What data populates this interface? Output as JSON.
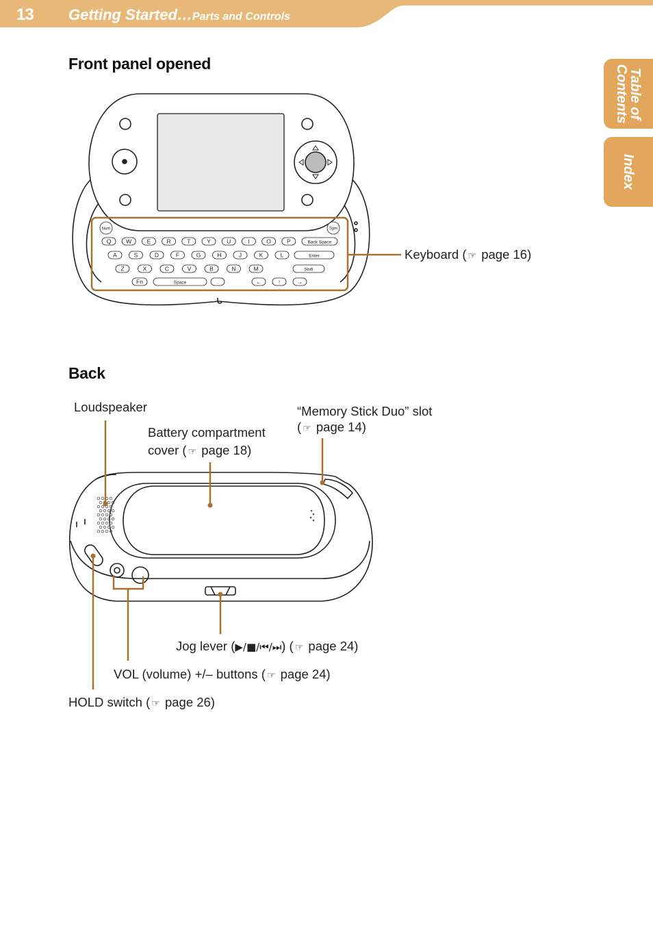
{
  "header": {
    "page_number": "13",
    "chapter": "Getting Started…",
    "section": "Parts and Controls",
    "band_color": "#e8b878"
  },
  "tabs": [
    {
      "label_line1": "Table of",
      "label_line2": "Contents"
    },
    {
      "label": "Index"
    }
  ],
  "front": {
    "title": "Front panel opened",
    "keyboard_label": "Keyboard (",
    "keyboard_page": " page 16)"
  },
  "back": {
    "title": "Back",
    "loudspeaker": "Loudspeaker",
    "battery_line1": "Battery compartment",
    "battery_line2_pre": "cover (",
    "battery_page": " page 18)",
    "memstick_line1": "“Memory Stick Duo” slot",
    "memstick_line2_pre": "(",
    "memstick_page": " page 14)",
    "jog_pre": "Jog lever (",
    "jog_symbols": "▶/■/⏮/⏭",
    "jog_mid": ") (",
    "jog_page": " page 24)",
    "vol_pre": "VOL (volume) +/– buttons (",
    "vol_page": " page 24)",
    "hold_pre": "HOLD switch (",
    "hold_page": " page 26)"
  },
  "keyboard": {
    "row1": [
      "Q",
      "W",
      "E",
      "R",
      "T",
      "Y",
      "U",
      "I",
      "O",
      "P",
      "Back Space"
    ],
    "row2": [
      "A",
      "S",
      "D",
      "F",
      "G",
      "H",
      "J",
      "K",
      "L",
      "Enter"
    ],
    "row3": [
      "Z",
      "X",
      "C",
      "V",
      "B",
      "N",
      "M",
      "Shift"
    ],
    "row4": [
      "Fn",
      "Space"
    ],
    "num": "Num",
    "sym": "Sym"
  },
  "colors": {
    "accent": "#e3a65d",
    "callout": "#a8712f"
  },
  "icons": {
    "reference": "hand-pointer-icon"
  }
}
